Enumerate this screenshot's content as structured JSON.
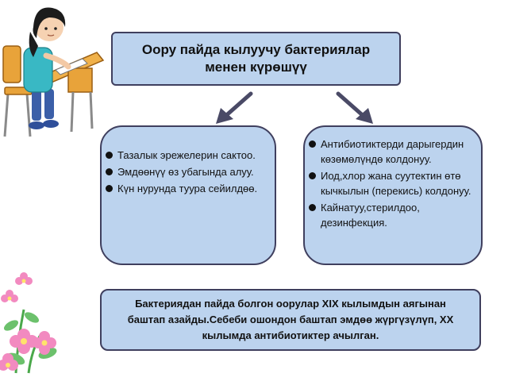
{
  "title": "Оору пайда кылуучу бактериялар менен күрөшүү",
  "left_items": [
    "Тазалык эрежелерин сактоо.",
    "Эмдөөнүү өз убагында алуу.",
    "Күн нурунда туура сейилдөө."
  ],
  "right_items": [
    "Антибиотиктерди дарыгердин көзөмөлүндө колдонуу.",
    "Иод,хлор жана суутектин өтө кычкылын (перекись) колдонуу.",
    "Кайнатуу,стерилдоо, дезинфекция."
  ],
  "bottom_text": "Бактериядан пайда болгон оорулар XIX кылымдын аягынан баштап азайды.Себеби ошондон баштап эмдөө жүргүзүлүп, XX кылымда антибиотиктер ачылган.",
  "colors": {
    "box_fill": "#bcd3ee",
    "box_border": "#3f3f5e",
    "arrow": "#4a4a66"
  },
  "icons": {
    "top_left": "student-at-desk-illustration",
    "bottom_left": "pink-flowers-illustration"
  }
}
